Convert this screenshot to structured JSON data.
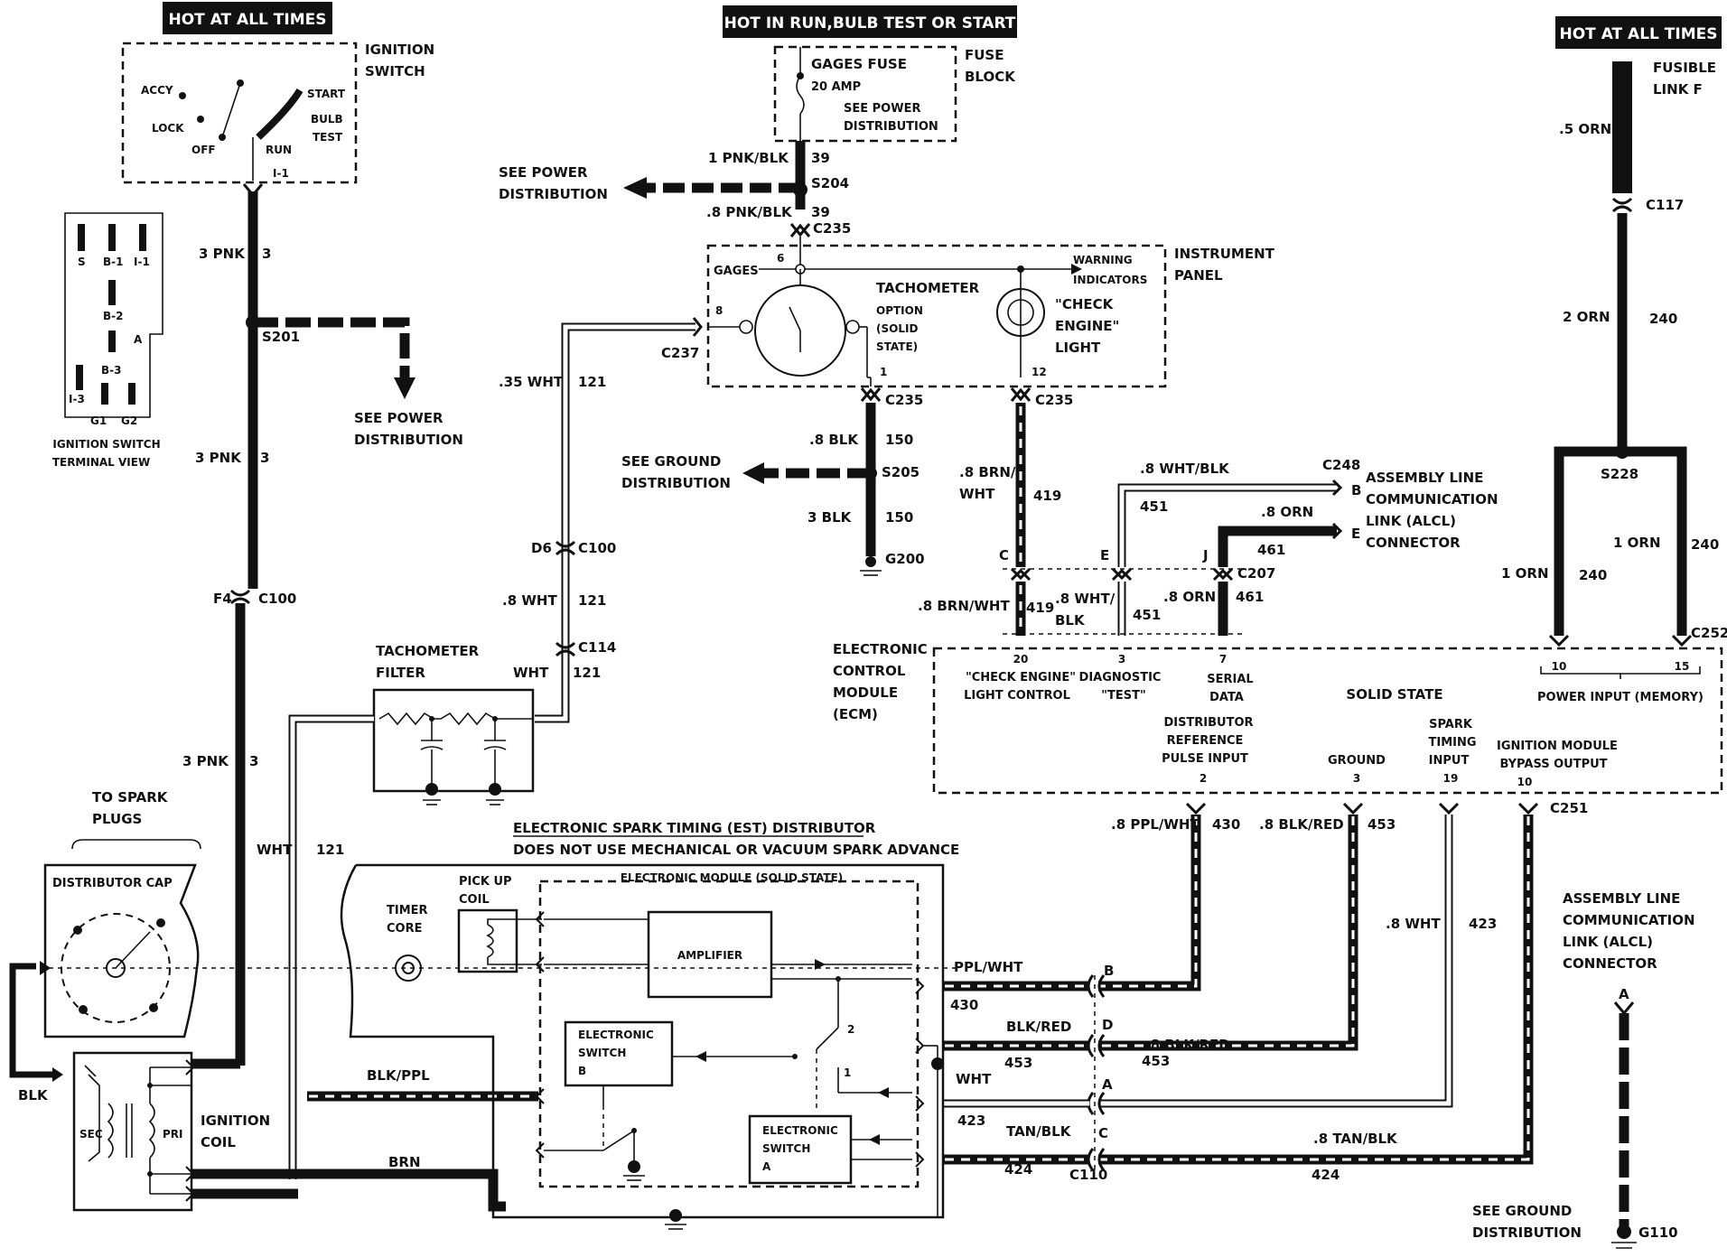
{
  "hot_labels": {
    "left": "HOT AT ALL TIMES",
    "center": "HOT IN RUN,BULB TEST OR START",
    "right": "HOT AT ALL TIMES"
  },
  "ignition_switch": {
    "title1": "IGNITION",
    "title2": "SWITCH",
    "positions": [
      "ACCY",
      "LOCK",
      "OFF",
      "RUN",
      "START",
      "BULB",
      "TEST"
    ],
    "terminal": "I-1"
  },
  "terminal_view": {
    "terminals": [
      "S",
      "B-1",
      "I-1",
      "B-2",
      "A",
      "B-3",
      "I-3",
      "G1",
      "G2"
    ],
    "caption1": "IGNITION SWITCH",
    "caption2": "TERMINAL VIEW"
  },
  "fuse_block": {
    "fuse_name": "GAGES FUSE",
    "fuse_rating": "20 AMP",
    "note1": "SEE POWER",
    "note2": "DISTRIBUTION",
    "title1": "FUSE",
    "title2": "BLOCK"
  },
  "see_power_left": {
    "line1": "SEE POWER",
    "line2": "DISTRIBUTION"
  },
  "see_power_s201": {
    "line1": "SEE POWER",
    "line2": "DISTRIBUTION"
  },
  "see_ground_s205": {
    "line1": "SEE GROUND",
    "line2": "DISTRIBUTION"
  },
  "see_ground_g110": {
    "line1": "SEE GROUND",
    "line2": "DISTRIBUTION"
  },
  "wires": {
    "pnk_blk_1": "1 PNK/BLK",
    "pnk_blk_8": ".8 PNK/BLK",
    "n39a": "39",
    "n39b": "39",
    "pnk3_a": "3 PNK",
    "pnk3_b": "3 PNK",
    "pnk3_c": "3 PNK",
    "n3a": "3",
    "n3b": "3",
    "n3c": "3",
    "wht35": ".35 WHT",
    "wht8": ".8 WHT",
    "wht": "WHT",
    "wht_left": "WHT",
    "n121a": "121",
    "n121b": "121",
    "n121c": "121",
    "n121d": "121",
    "blk8": ".8 BLK",
    "blk3": "3 BLK",
    "n150a": "150",
    "n150b": "150",
    "brn_wht_a1": ".8 BRN/",
    "brn_wht_a2": "WHT",
    "n419a": "419",
    "brn_wht_b": ".8 BRN/WHT",
    "n419b": "419",
    "wht_blk_a": ".8 WHT/BLK",
    "n451a": "451",
    "wht_blk_b1": ".8 WHT/",
    "wht_blk_b2": "BLK",
    "n451b": "451",
    "orn8a": ".8 ORN",
    "n461a": "461",
    "orn8b": ".8 ORN",
    "n461b": "461",
    "orn5": ".5 ORN",
    "orn2": "2 ORN",
    "n240a": "240",
    "orn1a": "1 ORN",
    "n240b": "240",
    "orn1b": "1 ORN",
    "n240c": "240",
    "ppl_wht8": ".8 PPL/WHT",
    "n430a": "430",
    "blk_red8": ".8 BLK/RED",
    "n453a": "453",
    "wht8b": ".8 WHT",
    "n423a": "423",
    "ppl_wht": "PPL/WHT",
    "n430b": "430",
    "blk_red": "BLK/RED",
    "n453b": "453",
    "blk_red8b": ".8 BLK/RED",
    "n453c": "453",
    "wht_c": "WHT",
    "n423b": "423",
    "tan_blk": "TAN/BLK",
    "n424a": "424",
    "tan_blk8": ".8 TAN/BLK",
    "n424b": "424",
    "blk_ppl": "BLK/PPL",
    "brn": "BRN",
    "blk": "BLK"
  },
  "connectors": {
    "s204": "S204",
    "c235a": "C235",
    "c235b": "C235",
    "c235c": "C235",
    "c237": "C237",
    "s201": "S201",
    "s205": "S205",
    "g200": "G200",
    "c100a": "C100",
    "c100b": "C100",
    "d6": "D6",
    "f4": "F4",
    "c114": "C114",
    "c248": "C248",
    "c207": "C207",
    "c117": "C117",
    "s228": "S228",
    "c252": "C252",
    "c251": "C251",
    "c110": "C110",
    "g110": "G110"
  },
  "pins": {
    "p6": "6",
    "p8": "8",
    "p1": "1",
    "p12": "12",
    "alcl_b": "B",
    "alcl_e": "E",
    "c_c": "C",
    "c_e": "E",
    "c_j": "J",
    "e20": "20",
    "e3": "3",
    "e7": "7",
    "e10": "10",
    "e15": "15",
    "e2": "2",
    "e3b": "3",
    "e19": "19",
    "e10b": "10",
    "b": "B",
    "d": "D",
    "a": "A",
    "c": "C",
    "a_conn": "A",
    "sw2": "2",
    "sw1": "1"
  },
  "instrument_panel": {
    "title1": "INSTRUMENT",
    "title2": "PANEL",
    "gages": "GAGES",
    "tach_title": "TACHOMETER",
    "tach_sub1": "OPTION",
    "tach_sub2": "(SOLID",
    "tach_sub3": "STATE)",
    "warning1": "WARNING",
    "warning2": "INDICATORS",
    "ce1": "\"CHECK",
    "ce2": "ENGINE\"",
    "ce3": "LIGHT"
  },
  "alcl": {
    "l1": "ASSEMBLY LINE",
    "l2": "COMMUNICATION",
    "l3": "LINK (ALCL)",
    "l4": "CONNECTOR"
  },
  "alcl2": {
    "l1": "ASSEMBLY LINE",
    "l2": "COMMUNICATION",
    "l3": "LINK (ALCL)",
    "l4": "CONNECTOR"
  },
  "fusible": {
    "l1": "FUSIBLE",
    "l2": "LINK F"
  },
  "ecm": {
    "title1": "ELECTRONIC",
    "title2": "CONTROL",
    "title3": "MODULE",
    "title4": "(ECM)",
    "ce1": "\"CHECK ENGINE\"",
    "ce2": "LIGHT CONTROL",
    "diag1": "DIAGNOSTIC",
    "diag2": "\"TEST\"",
    "serial1": "SERIAL",
    "serial2": "DATA",
    "solid": "SOLID STATE",
    "power": "POWER INPUT (MEMORY)",
    "dist1": "DISTRIBUTOR",
    "dist2": "REFERENCE",
    "dist3": "PULSE INPUT",
    "ground": "GROUND",
    "spark1": "SPARK",
    "spark2": "TIMING",
    "spark3": "INPUT",
    "bypass1": "IGNITION MODULE",
    "bypass2": "BYPASS OUTPUT"
  },
  "tach_filter": {
    "l1": "TACHOMETER",
    "l2": "FILTER"
  },
  "spark": {
    "to1": "TO SPARK",
    "to2": "PLUGS",
    "cap": "DISTRIBUTOR CAP",
    "coil1": "IGNITION",
    "coil2": "COIL",
    "sec": "SEC",
    "pri": "PRI"
  },
  "est": {
    "title1": "ELECTRONIC SPARK TIMING (EST) DISTRIBUTOR",
    "title2": "DOES NOT USE MECHANICAL OR VACUUM SPARK ADVANCE",
    "timer1": "TIMER",
    "timer2": "CORE",
    "pickup1": "PICK UP",
    "pickup2": "COIL",
    "module": "ELECTRONIC MODULE (SOLID STATE)",
    "amp": "AMPLIFIER",
    "swb1": "ELECTRONIC",
    "swb2": "SWITCH",
    "swb3": "B",
    "swa1": "ELECTRONIC",
    "swa2": "SWITCH",
    "swa3": "A"
  }
}
